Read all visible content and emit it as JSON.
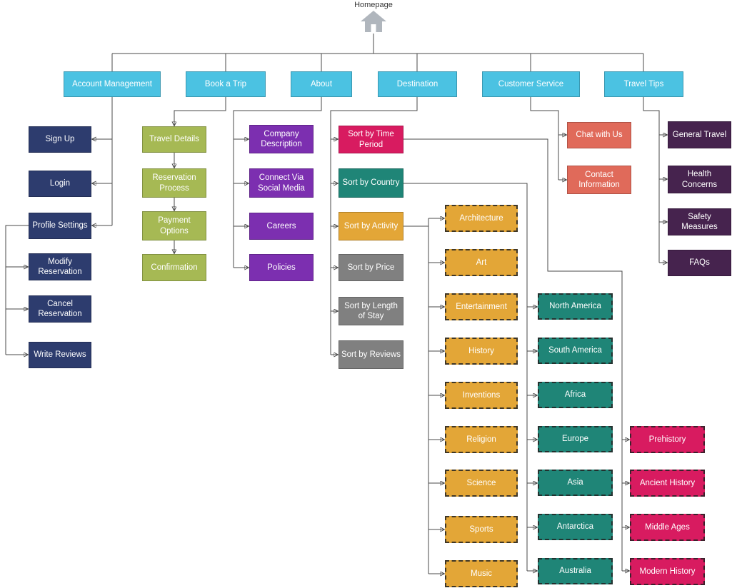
{
  "diagram": {
    "homepage_label": "Homepage",
    "nav": [
      "Account Management",
      "Book a Trip",
      "About",
      "Destination",
      "Customer Service",
      "Travel Tips"
    ],
    "account_management": [
      "Sign Up",
      "Login",
      "Profile Settings",
      "Modify Reservation",
      "Cancel Reservation",
      "Write Reviews"
    ],
    "book_a_trip": [
      "Travel Details",
      "Reservation Process",
      "Payment Options",
      "Confirmation"
    ],
    "about": [
      "Company Description",
      "Connect Via Social Media",
      "Careers",
      "Policies"
    ],
    "destination": [
      "Sort by Time Period",
      "Sort by Country",
      "Sort by Activity",
      "Sort by Price",
      "Sort by Length of Stay",
      "Sort by Reviews"
    ],
    "customer_service": [
      "Chat with Us",
      "Contact Information"
    ],
    "travel_tips": [
      "General Travel",
      "Health Concerns",
      "Safety Measures",
      "FAQs"
    ],
    "activities": [
      "Architecture",
      "Art",
      "Entertainment",
      "History",
      "Inventions",
      "Religion",
      "Science",
      "Sports",
      "Music"
    ],
    "countries": [
      "North America",
      "South America",
      "Africa",
      "Europe",
      "Asia",
      "Antarctica",
      "Australia"
    ],
    "time_periods": [
      "Prehistory",
      "Ancient History",
      "Middle Ages",
      "Modern History"
    ]
  },
  "colors": {
    "nav_cyan": "#4bc2e2",
    "account_navy": "#2d3c6e",
    "book_olive": "#a6b954",
    "about_purple": "#7c2fb0",
    "time_period_pink": "#d81b60",
    "country_teal": "#1f8577",
    "activity_orange": "#e3a637",
    "sort_gray": "#808080",
    "service_salmon": "#e06a5a",
    "tips_darkpurple": "#46234e",
    "connector_gray": "#4a4a4a",
    "home_icon_gray": "#b0b6bd"
  }
}
